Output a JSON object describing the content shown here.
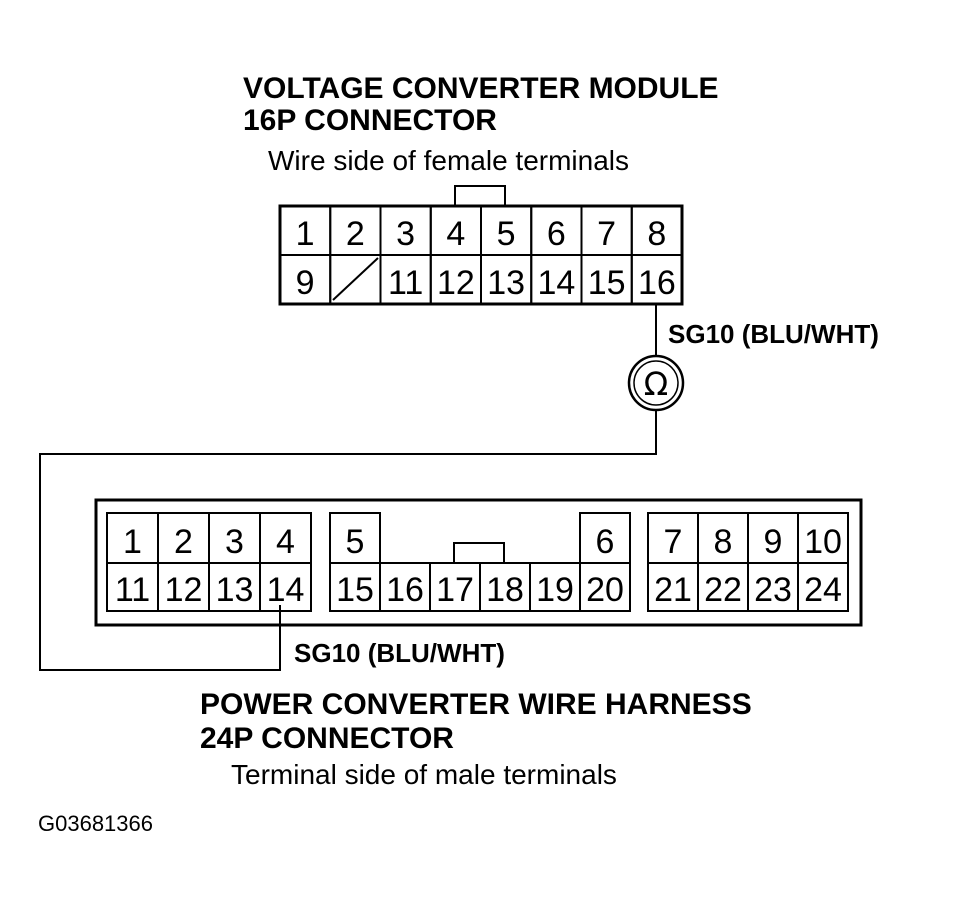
{
  "connector_16p": {
    "title_line1": "VOLTAGE CONVERTER MODULE",
    "title_line2": "16P CONNECTOR",
    "subtitle": "Wire side of female terminals",
    "row1": [
      "1",
      "2",
      "3",
      "4",
      "5",
      "6",
      "7",
      "8"
    ],
    "row2": [
      "9",
      "",
      "11",
      "12",
      "13",
      "14",
      "15",
      "16"
    ]
  },
  "wire_top_label": "SG10 (BLU/WHT)",
  "meter_symbol": "Ω",
  "connector_24p": {
    "title_line1": "POWER CONVERTER WIRE HARNESS",
    "title_line2": "24P CONNECTOR",
    "subtitle": "Terminal side of male terminals",
    "left_row1": [
      "1",
      "2",
      "3",
      "4"
    ],
    "left_row2": [
      "11",
      "12",
      "13",
      "14"
    ],
    "center_top": "5",
    "center_row2": [
      "15",
      "16",
      "17",
      "18",
      "19"
    ],
    "pin6": "6",
    "pin20": "20",
    "right_row1": [
      "7",
      "8",
      "9",
      "10"
    ],
    "right_row2": [
      "21",
      "22",
      "23",
      "24"
    ]
  },
  "wire_bottom_label": "SG10 (BLU/WHT)",
  "figure_id": "G03681366"
}
